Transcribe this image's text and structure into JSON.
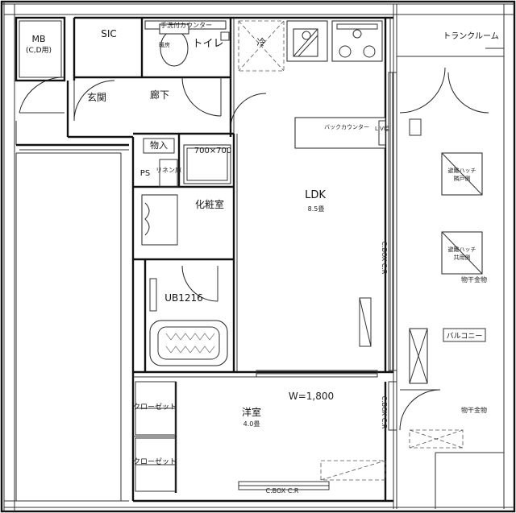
{
  "rooms": {
    "mb": "MB",
    "mb_sub": "(C,D用)",
    "sic": "SIC",
    "toilet": "トイレ",
    "toilet_counter": "手洗付カウンター",
    "remote": "暖房",
    "entrance": "玄関",
    "hallway": "廊下",
    "storage": "物入",
    "ps": "PS",
    "linen": "リネン庫",
    "washer_size": "700×700",
    "washroom": "化粧室",
    "bath": "UB1216",
    "ldk": "LDK",
    "ldk_size": "8.5畳",
    "back_counter": "バックカウンター",
    "fridge": "冷",
    "western": "洋室",
    "western_size": "4.0畳",
    "closet_upper": "クローゼット",
    "closet_lower": "クローゼット",
    "trunk_room": "トランクルーム",
    "balcony": "バルコニー",
    "hatch_1": "避難ハッチ",
    "hatch_1_sub": "隣戸側",
    "hatch_2": "避難ハッチ",
    "hatch_2_sub": "共用側",
    "dryer_1": "物干金物",
    "dryer_2": "物干金物",
    "lv_label": "L V幅",
    "cbox_1": "C.BOX C.R",
    "cbox_2": "C.BOX C.R",
    "cbox_3": "C.BOX C.R",
    "window_width": "W=1,800"
  }
}
